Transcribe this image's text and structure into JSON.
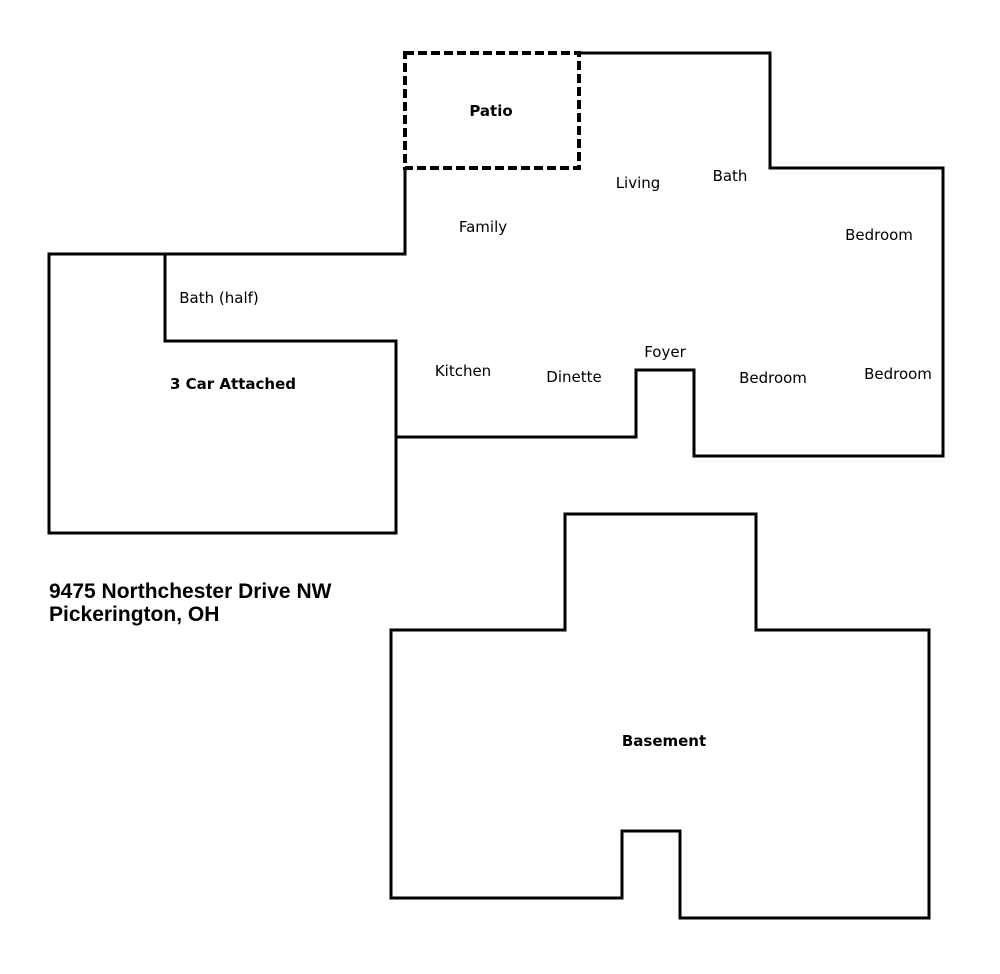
{
  "rooms": {
    "patio": "Patio",
    "living": "Living",
    "bath": "Bath",
    "family": "Family",
    "bedroom_east": "Bedroom",
    "bath_half": "Bath (half)",
    "foyer": "Foyer",
    "kitchen": "Kitchen",
    "dinette": "Dinette",
    "bedroom_front": "Bedroom",
    "bedroom_corner": "Bedroom",
    "garage": "3 Car Attached",
    "basement": "Basement"
  },
  "address": {
    "line1": "9475 Northchester Drive NW",
    "line2": "Pickerington, OH"
  }
}
